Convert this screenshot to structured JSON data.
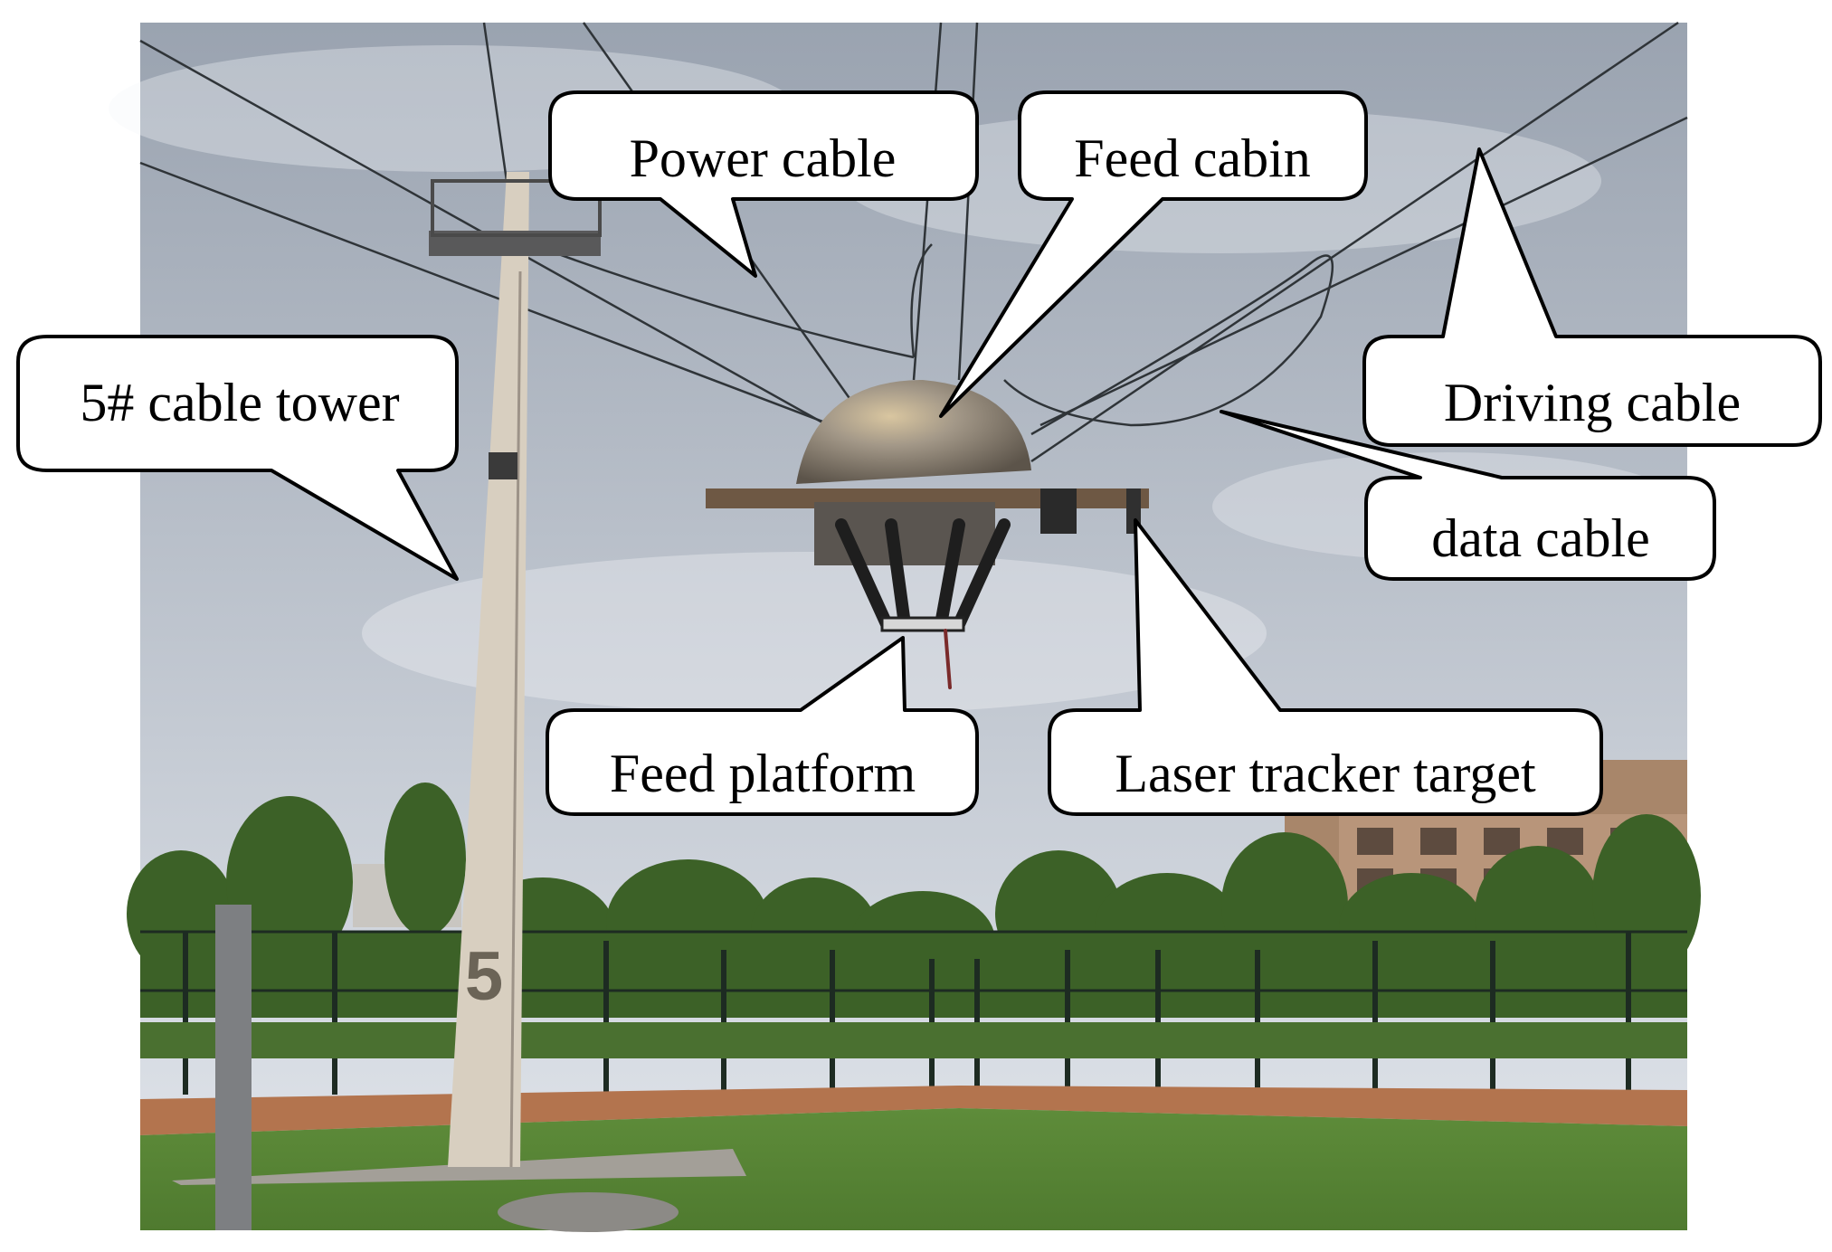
{
  "figure": {
    "callouts": {
      "tower": "5# cable tower",
      "power": "Power cable",
      "cabin": "Feed cabin",
      "driving": "Driving cable",
      "data": "data cable",
      "platform": "Feed platform",
      "laser": "Laser tracker target"
    },
    "tower_number": "5"
  },
  "colors": {
    "sky_top": "#9aa3b0",
    "sky_bottom": "#e2e6ec",
    "grass": "#5e8c3a",
    "trees": "#3c6127",
    "tower": "#d8cfc0",
    "dome": "#a39888",
    "wall": "#b3744e",
    "callout_fill": "#ffffff",
    "callout_stroke": "#000000"
  }
}
